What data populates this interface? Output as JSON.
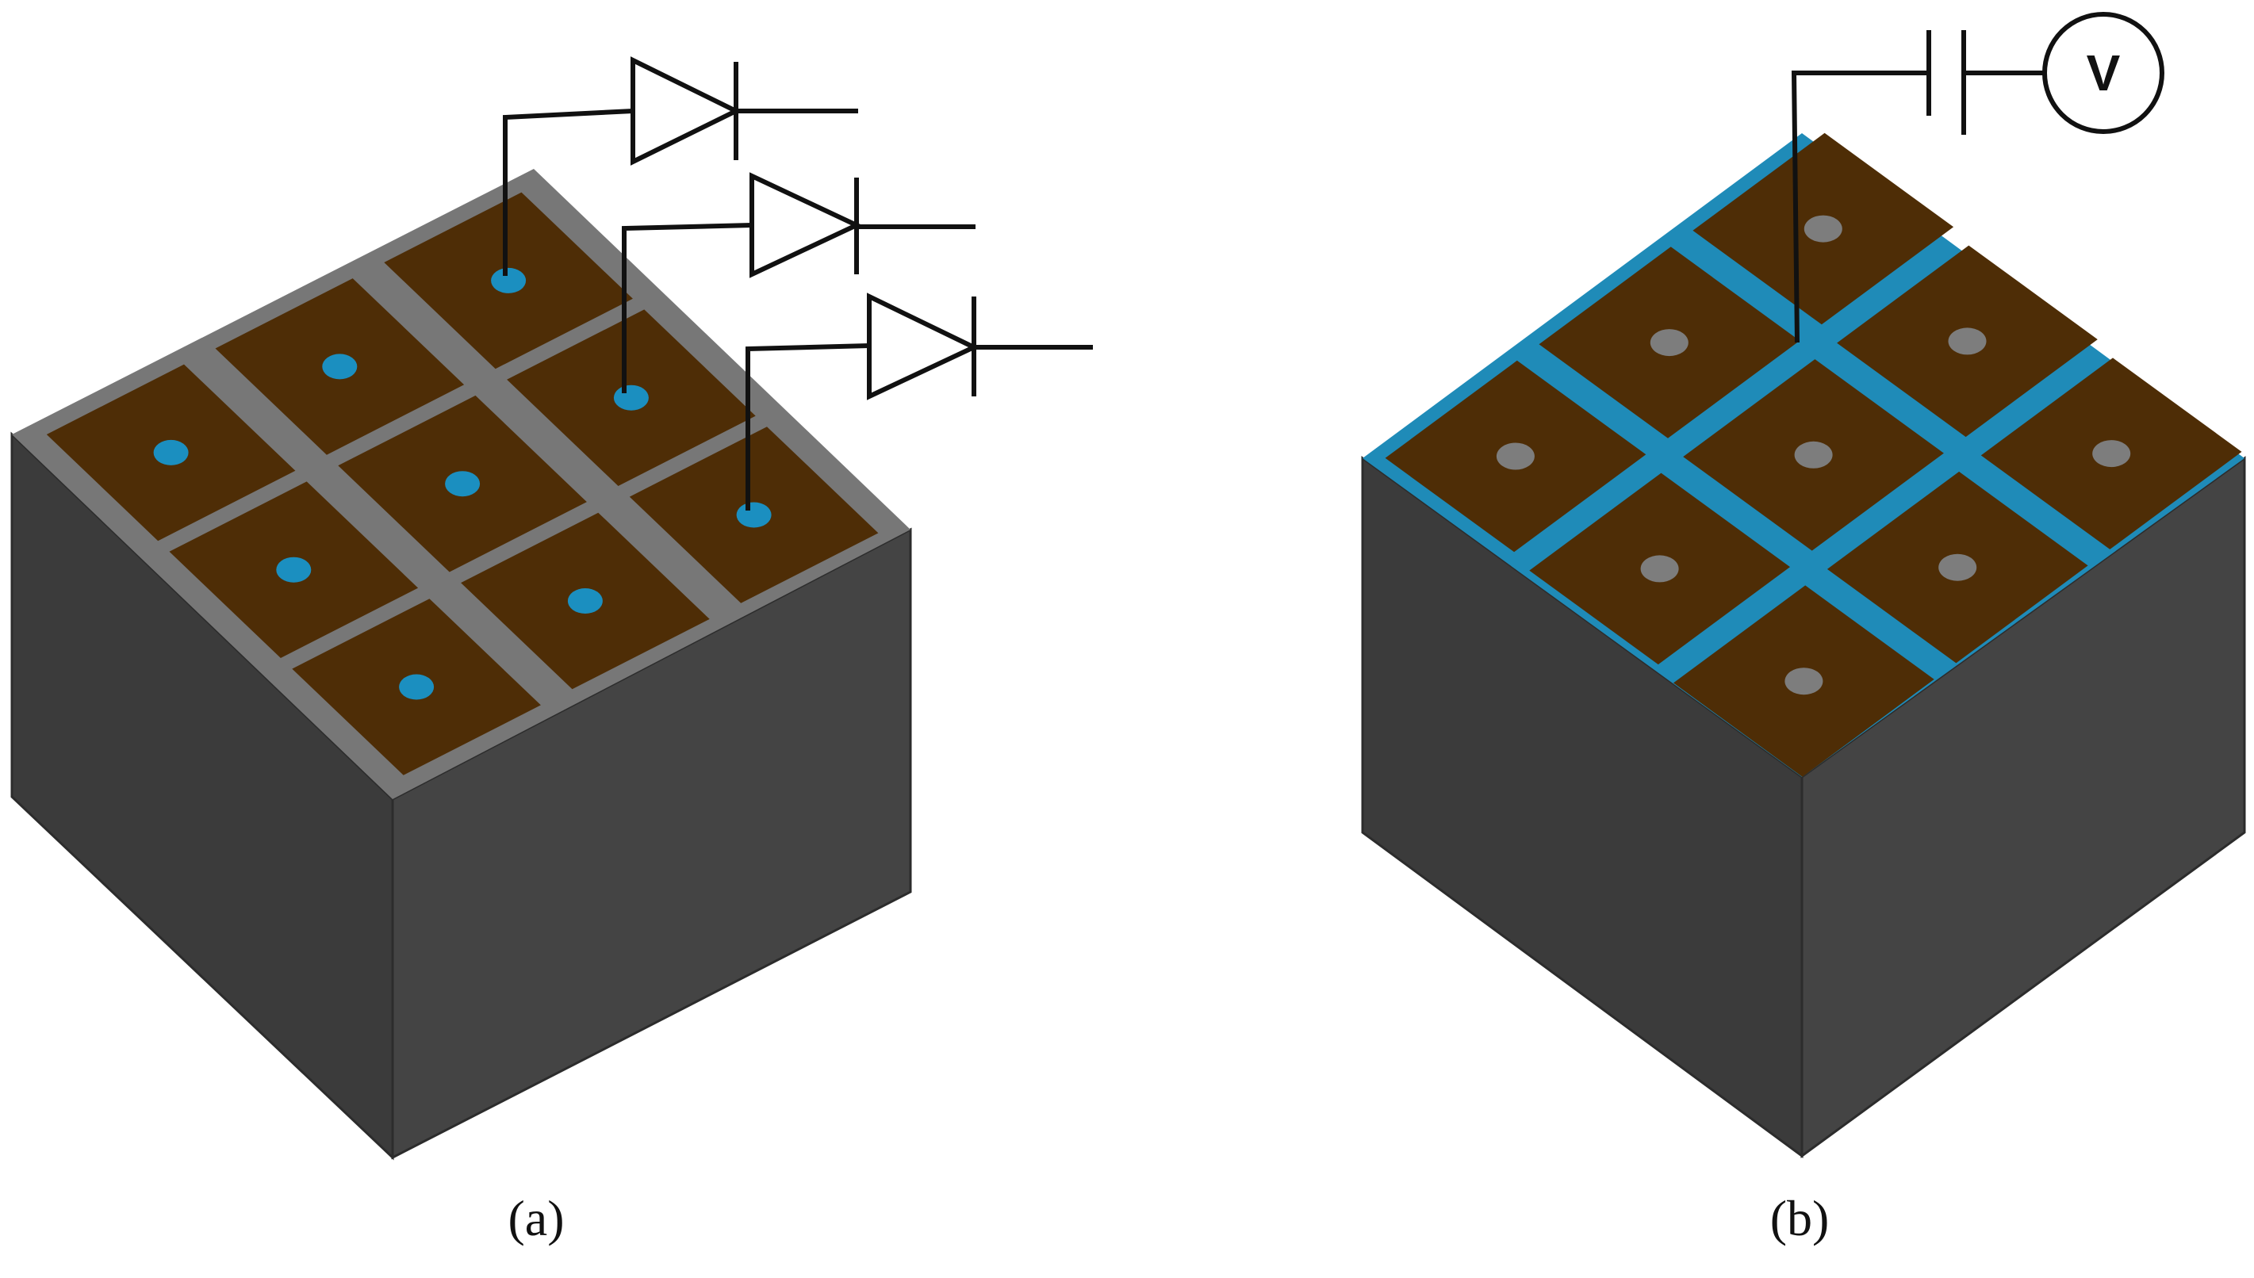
{
  "panels": [
    {
      "caption": "(a)"
    },
    {
      "caption": "(b)",
      "meter_symbol": "V"
    }
  ],
  "colors": {
    "block_front": "#444444",
    "block_side": "#3a3a3a",
    "pad": "#4e2d06",
    "grid_gray": "#777777",
    "grid_blue": "#1f8bb8",
    "contact_blue": "#1b8fc0",
    "contact_gray": "#7d7d7d",
    "wire": "#111111"
  }
}
